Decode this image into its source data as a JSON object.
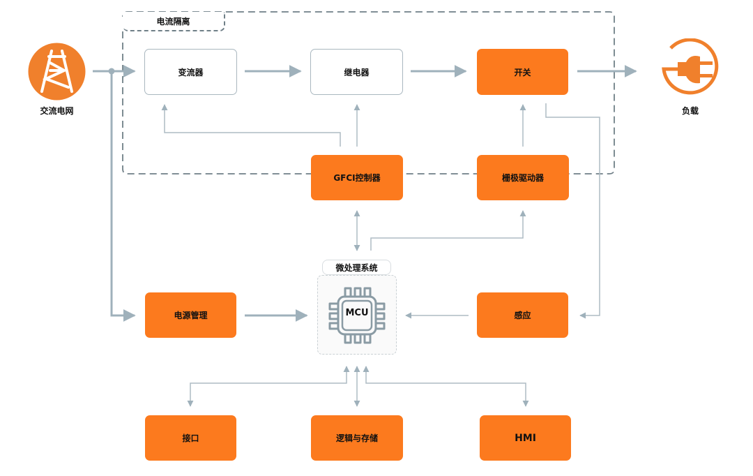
{
  "diagram": {
    "colors": {
      "accent": "#fc7a1e",
      "wire": "#9fb1bb",
      "dashed_border": "#6f7f87"
    },
    "endpoints": {
      "grid": {
        "label": "交流电网",
        "icon": "power-tower-icon"
      },
      "load": {
        "label": "负载",
        "icon": "plug-icon"
      }
    },
    "groups": {
      "isolation": {
        "label": "电流隔离"
      },
      "microprocessor": {
        "label": "微处理系统",
        "chip_label": "MCU"
      }
    },
    "blocks": {
      "inverter": {
        "label": "变流器"
      },
      "relay": {
        "label": "继电器"
      },
      "switch": {
        "label": "开关"
      },
      "gfci": {
        "label": "GFCI控制器"
      },
      "gate_driver": {
        "label": "栅极驱动器"
      },
      "power_mgmt": {
        "label": "电源管理"
      },
      "sensing": {
        "label": "感应"
      },
      "interface": {
        "label": "接口"
      },
      "logic_storage": {
        "label": "逻辑与存储"
      },
      "hmi": {
        "label": "HMI"
      }
    }
  }
}
